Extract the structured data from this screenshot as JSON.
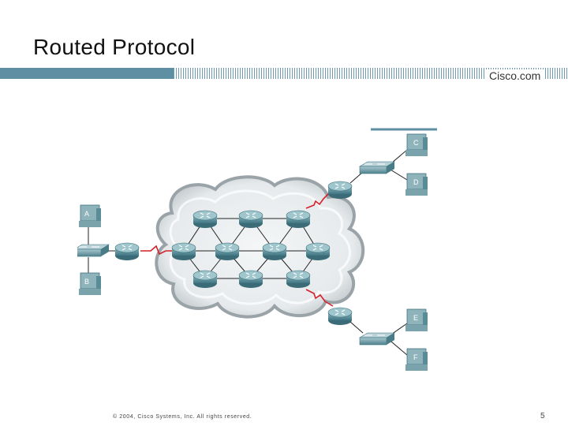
{
  "slide": {
    "title": "Routed Protocol",
    "logo": "Cisco.com",
    "copyright": "© 2004, Cisco Systems, Inc. All rights reserved.",
    "page_number": "5"
  },
  "hosts": {
    "a": "A",
    "b": "B",
    "c": "C",
    "d": "D",
    "e": "E",
    "f": "F"
  },
  "colors": {
    "header_bar": "#5e8fa3",
    "router": "#4f8a96",
    "cloud": "#c8cdd0",
    "serial_link": "#d6202a"
  }
}
